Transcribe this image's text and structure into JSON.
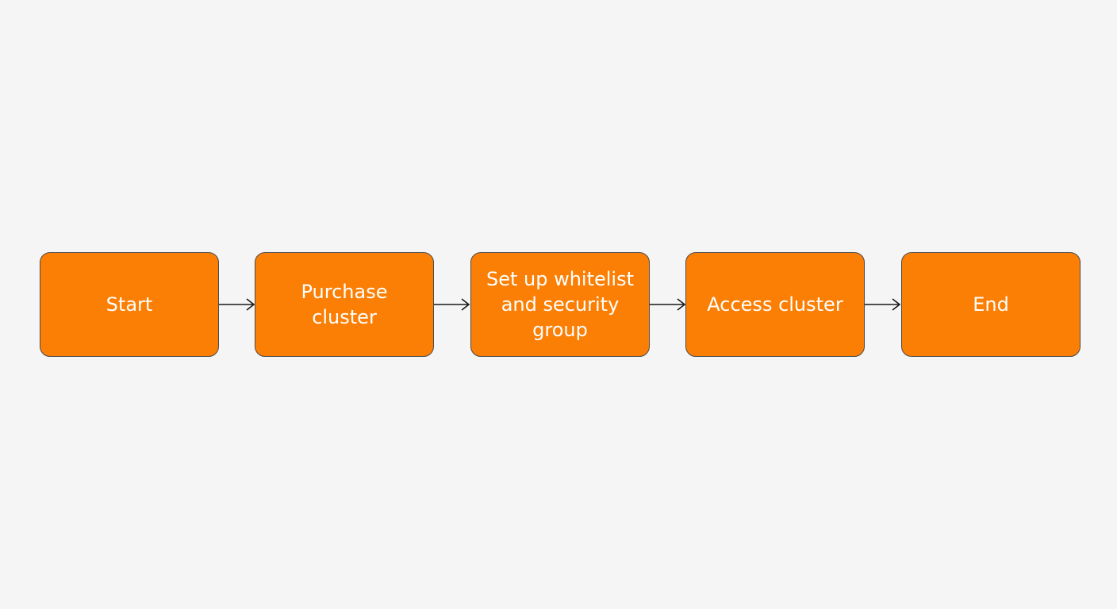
{
  "diagram": {
    "colors": {
      "node_fill": "#fb7f05",
      "node_border": "#4a4a4a",
      "node_text": "#ffffff",
      "arrow": "#1a1a1a",
      "background": "#f5f5f5"
    },
    "nodes": [
      {
        "id": "start",
        "label": "Start"
      },
      {
        "id": "purchase-cluster",
        "label": "Purchase cluster"
      },
      {
        "id": "set-up-whitelist",
        "label": "Set up whitelist and security group"
      },
      {
        "id": "access-cluster",
        "label": "Access cluster"
      },
      {
        "id": "end",
        "label": "End"
      }
    ],
    "edges": [
      {
        "from": "start",
        "to": "purchase-cluster"
      },
      {
        "from": "purchase-cluster",
        "to": "set-up-whitelist"
      },
      {
        "from": "set-up-whitelist",
        "to": "access-cluster"
      },
      {
        "from": "access-cluster",
        "to": "end"
      }
    ]
  }
}
